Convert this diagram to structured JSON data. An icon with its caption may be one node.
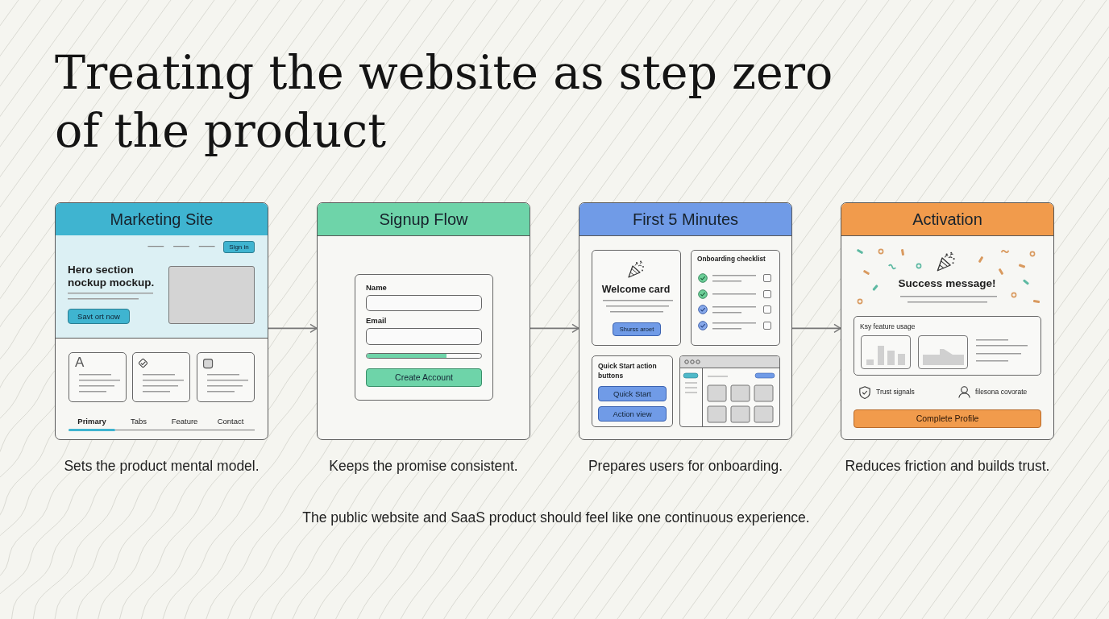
{
  "diagram": {
    "title": "Treating the website as step zero of the product",
    "caption": "The public website and SaaS product should feel like one continuous experience.",
    "nodes": [
      {
        "text": [
          "Marketing Site",
          "Primary",
          "Tabs",
          "Feature",
          "Contact"
        ],
        "beside": [
          "Sets the product mental model."
        ]
      },
      {
        "text": [
          "Hero section nockup mockup."
        ],
        "in": 0
      },
      {
        "text": [
          "Sign in"
        ],
        "in": 1
      },
      {
        "text": [
          "Savt ort now"
        ],
        "in": 1
      },
      {
        "text": [],
        "shape": "box",
        "in": 1
      },
      {
        "text": [
          "A"
        ],
        "in": 0
      },
      {
        "text": [],
        "shape": "box",
        "in": 0
      },
      {
        "text": [],
        "shape": "box",
        "in": 0
      },
      {
        "text": [
          "Signup Flow"
        ],
        "beside": [
          "Keeps the promise consistent."
        ]
      },
      {
        "text": [],
        "shape": "box",
        "in": 8
      },
      {
        "text": [
          "Name"
        ],
        "in": 9
      },
      {
        "text": [
          "Email"
        ],
        "in": 9
      },
      {
        "text": [
          "Create Account"
        ],
        "in": 9
      },
      {
        "text": [
          "First 5 Minutes"
        ],
        "beside": [
          "Prepares users for onboarding."
        ]
      },
      {
        "text": [
          "Welcome card"
        ],
        "in": 13
      },
      {
        "text": [
          "Shurss aroet"
        ],
        "in": 14
      },
      {
        "text": [
          "Onboarding checklist"
        ],
        "in": 13
      },
      {
        "text": [
          "Quick Start action buttons"
        ],
        "in": 13
      },
      {
        "text": [
          "Quick Start"
        ],
        "in": 17
      },
      {
        "text": [
          "Action view"
        ],
        "in": 17
      },
      {
        "text": [],
        "shape": "picture",
        "in": 13
      },
      {
        "text": [
          "Activation",
          "Success message!",
          "Trust signals",
          "filesona covorate"
        ],
        "beside": [
          "Reduces friction and builds trust."
        ]
      },
      {
        "text": [
          "Ksy feature usage"
        ],
        "in": 21
      },
      {
        "text": [
          "Complete Profile"
        ],
        "in": 21
      }
    ],
    "edges": [
      {
        "from": 0,
        "to": 8,
        "arrow": "to"
      },
      {
        "from": 8,
        "to": 13,
        "arrow": "to"
      },
      {
        "from": 13,
        "to": 21,
        "arrow": "to"
      }
    ]
  }
}
